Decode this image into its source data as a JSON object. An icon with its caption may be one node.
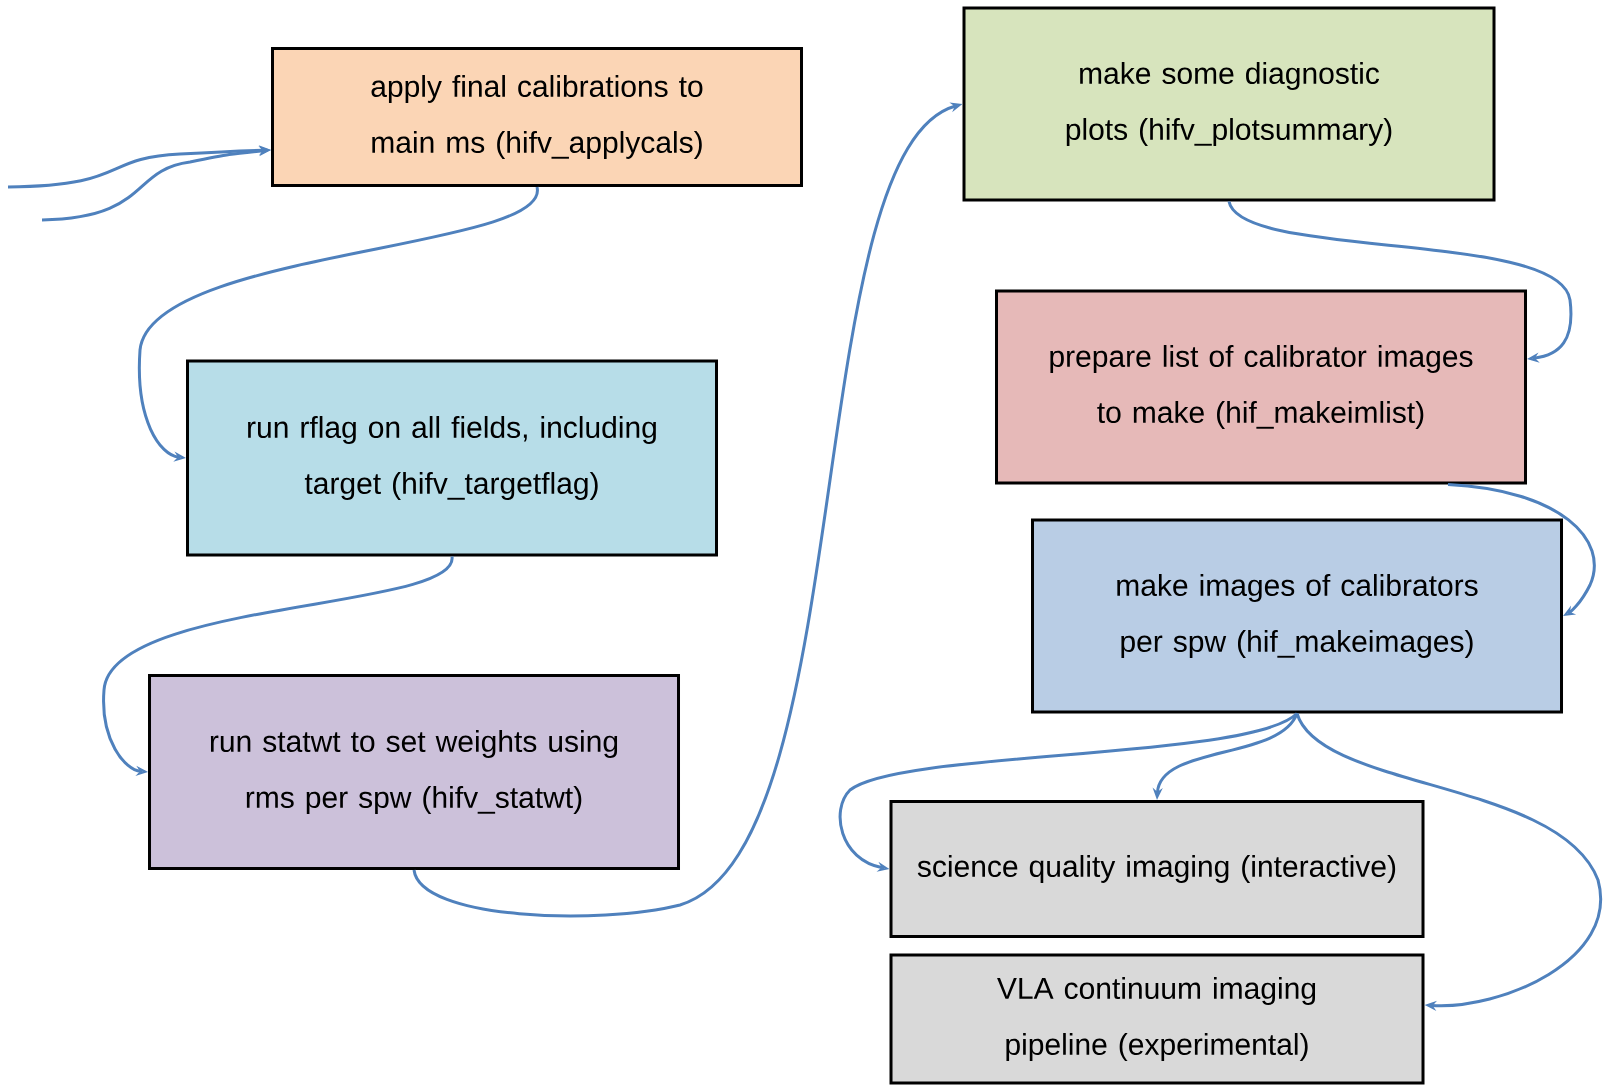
{
  "diagram": {
    "nodes": [
      {
        "text": [
          "apply final calibrations to main ms (hifv_applycals)"
        ]
      },
      {
        "text": [
          "run rflag on all fields, including target (hifv_targetflag)"
        ]
      },
      {
        "text": [
          "run statwt to set weights using rms per spw (hifv_statwt)"
        ]
      },
      {
        "text": [
          "make some diagnostic plots (hifv_plotsummary)"
        ]
      },
      {
        "text": [
          "prepare list of calibrator images to make (hif_makeimlist)"
        ]
      },
      {
        "text": [
          "make images of calibrators per spw (hif_makeimages)"
        ]
      },
      {
        "text": [
          "science quality imaging (interactive)"
        ]
      },
      {
        "text": [
          "VLA continuum imaging pipeline (experimental)"
        ]
      }
    ],
    "edges": [
      {
        "from": null,
        "to": 0,
        "arrow": "to"
      },
      {
        "from": null,
        "to": 0,
        "arrow": "to"
      },
      {
        "from": 0,
        "to": 1,
        "arrow": "to"
      },
      {
        "from": 1,
        "to": 2,
        "arrow": "to"
      },
      {
        "from": 2,
        "to": 3,
        "arrow": "to"
      },
      {
        "from": 3,
        "to": 4,
        "arrow": "to"
      },
      {
        "from": 4,
        "to": 5,
        "arrow": "to"
      },
      {
        "from": 5,
        "to": 6,
        "arrow": "to"
      },
      {
        "from": 5,
        "to": 6,
        "arrow": "to"
      },
      {
        "from": 5,
        "to": 7,
        "arrow": "to"
      }
    ]
  }
}
